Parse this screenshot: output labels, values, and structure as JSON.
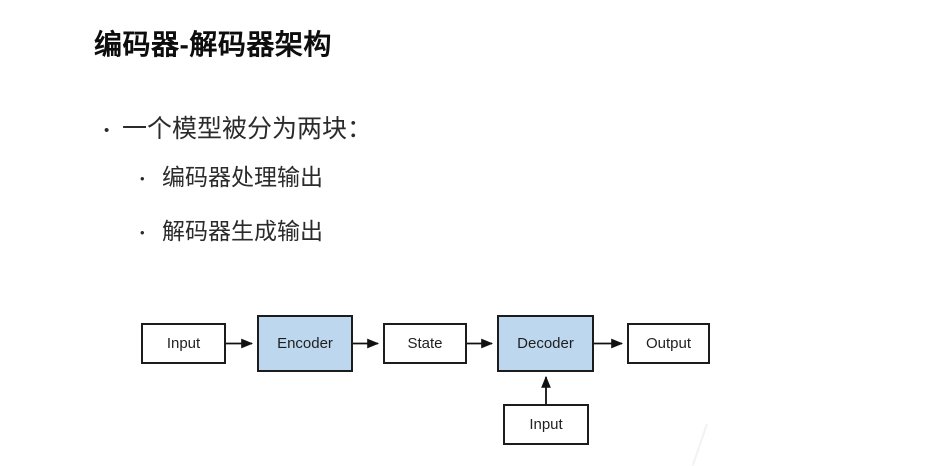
{
  "slide": {
    "title": "编码器-解码器架构",
    "background_color": "#ffffff",
    "text_color": "#1f1f1f",
    "accent_color": "#bdd7ee",
    "border_color": "#1c1c1c"
  },
  "bullets": [
    {
      "level": 1,
      "marker": "•",
      "text": "一个模型被分为两块："
    },
    {
      "level": 2,
      "marker": "•",
      "text": "编码器处理输出"
    },
    {
      "level": 2,
      "marker": "•",
      "text": "解码器生成输出"
    }
  ],
  "diagram": {
    "nodes": [
      {
        "id": "input-left",
        "label": "Input",
        "style": "plain"
      },
      {
        "id": "encoder",
        "label": "Encoder",
        "style": "accent"
      },
      {
        "id": "state",
        "label": "State",
        "style": "plain"
      },
      {
        "id": "decoder",
        "label": "Decoder",
        "style": "accent"
      },
      {
        "id": "output",
        "label": "Output",
        "style": "plain"
      },
      {
        "id": "input-bottom",
        "label": "Input",
        "style": "plain"
      }
    ],
    "edges": [
      {
        "from": "input-left",
        "to": "encoder",
        "direction": "right"
      },
      {
        "from": "encoder",
        "to": "state",
        "direction": "right"
      },
      {
        "from": "state",
        "to": "decoder",
        "direction": "right"
      },
      {
        "from": "decoder",
        "to": "output",
        "direction": "right"
      },
      {
        "from": "input-bottom",
        "to": "decoder",
        "direction": "up"
      }
    ]
  }
}
